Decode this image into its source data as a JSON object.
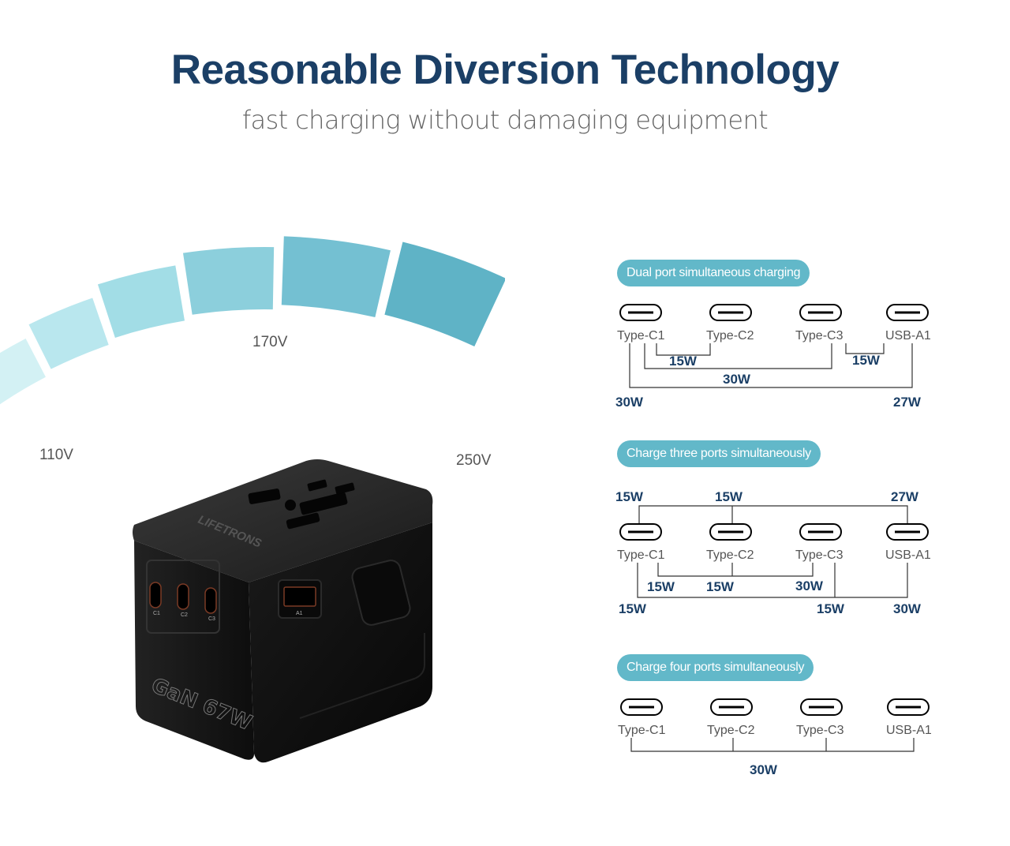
{
  "header": {
    "title": "Reasonable Diversion Technology",
    "subtitle": "fast charging without damaging equipment"
  },
  "voltage_gauge": {
    "low": "110V",
    "mid": "170V",
    "high": "250V",
    "colors": [
      "#d3f1f4",
      "#b9e7ee",
      "#a2dde6",
      "#8ccfdc",
      "#74c0d2",
      "#5fb3c6"
    ]
  },
  "product": {
    "brand": "LIFETRONS",
    "badge": "GaN 67W",
    "port_labels": [
      "C1",
      "C2",
      "C3",
      "A1"
    ]
  },
  "sections": [
    {
      "title": "Dual port simultaneous charging",
      "ports": [
        "Type-C1",
        "Type-C2",
        "Type-C3",
        "USB-A1"
      ],
      "watts": [
        "15W",
        "15W",
        "30W",
        "30W",
        "27W"
      ]
    },
    {
      "title": "Charge three ports simultaneously",
      "ports": [
        "Type-C1",
        "Type-C2",
        "Type-C3",
        "USB-A1"
      ],
      "watts_top": [
        "15W",
        "15W",
        "27W"
      ],
      "watts_mid": [
        "15W",
        "15W",
        "30W"
      ],
      "watts_bottom": [
        "15W",
        "15W",
        "30W"
      ]
    },
    {
      "title": "Charge four ports simultaneously",
      "ports": [
        "Type-C1",
        "Type-C2",
        "Type-C3",
        "USB-A1"
      ],
      "watts": [
        "30W"
      ]
    }
  ],
  "colors": {
    "title": "#1b3f66",
    "accent": "#62b8c9",
    "device": "#111111"
  }
}
